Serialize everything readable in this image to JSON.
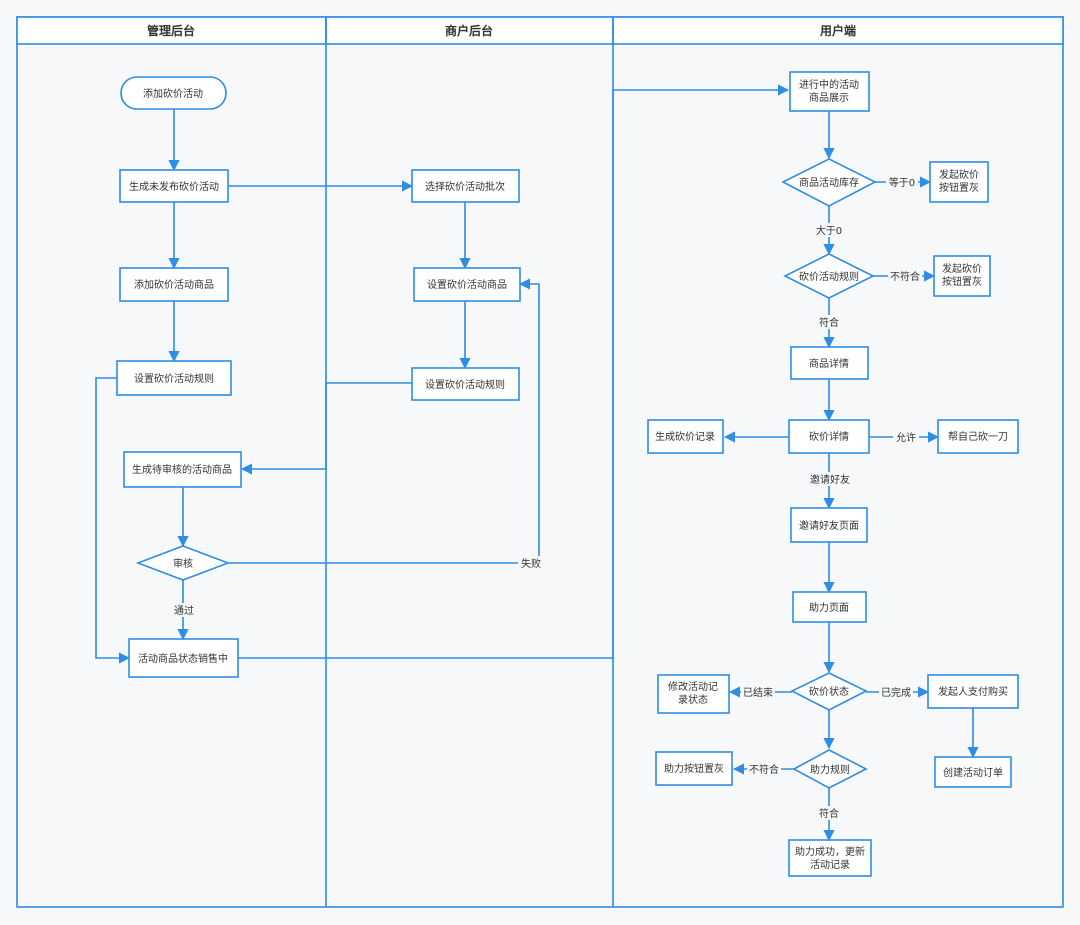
{
  "lanes": [
    {
      "id": "admin",
      "title": "管理后台"
    },
    {
      "id": "merchant",
      "title": "商户后台"
    },
    {
      "id": "user",
      "title": "用户端"
    }
  ],
  "nodes": {
    "n_add_activity": [
      "添加砍价活动"
    ],
    "n_gen_unpublished": [
      "生成未发布砍价活动"
    ],
    "n_add_goods": [
      "添加砍价活动商品"
    ],
    "n_set_rules_admin": [
      "设置砍价活动规则"
    ],
    "n_gen_pending": [
      "生成待审核的活动商品"
    ],
    "n_review": [
      "审核"
    ],
    "n_on_sale": [
      "活动商品状态销售中"
    ],
    "n_select_batch": [
      "选择砍价活动批次"
    ],
    "n_set_goods_merchant": [
      "设置砍价活动商品"
    ],
    "n_set_rules_merchant": [
      "设置砍价活动规则"
    ],
    "n_showcase": [
      "进行中的活动",
      "商品展示"
    ],
    "n_stock": [
      "商品活动库存"
    ],
    "n_btn_gray1": [
      "发起砍价",
      "按钮置灰"
    ],
    "n_rule_check": [
      "砍价活动规则"
    ],
    "n_btn_gray2": [
      "发起砍价",
      "按钮置灰"
    ],
    "n_goods_detail": [
      "商品详情"
    ],
    "n_bargain_detail": [
      "砍价详情"
    ],
    "n_gen_record": [
      "生成砍价记录"
    ],
    "n_self_cut": [
      "帮自己砍一刀"
    ],
    "n_invite_page": [
      "邀请好友页面"
    ],
    "n_help_page": [
      "助力页面"
    ],
    "n_bargain_status": [
      "砍价状态"
    ],
    "n_modify_status": [
      "修改活动记",
      "录状态"
    ],
    "n_launcher_pay": [
      "发起人支付购买"
    ],
    "n_create_order": [
      "创建活动订单"
    ],
    "n_help_rule": [
      "助力规则"
    ],
    "n_help_btn_gray": [
      "助力按钮置灰"
    ],
    "n_help_success": [
      "助力成功，更新",
      "活动记录"
    ]
  },
  "edge_labels": {
    "fail": "失败",
    "pass": "通过",
    "eq0": "等于0",
    "gt0": "大于0",
    "not_match1": "不符合",
    "match1": "符合",
    "allow": "允许",
    "invite": "邀请好友",
    "ended": "已结束",
    "done": "已完成",
    "not_match2": "不符合",
    "match2": "符合"
  },
  "colors": {
    "stroke": "#2e8de5",
    "fill": "#ffffff",
    "text": "#333333",
    "background": "#f7f8fa"
  }
}
